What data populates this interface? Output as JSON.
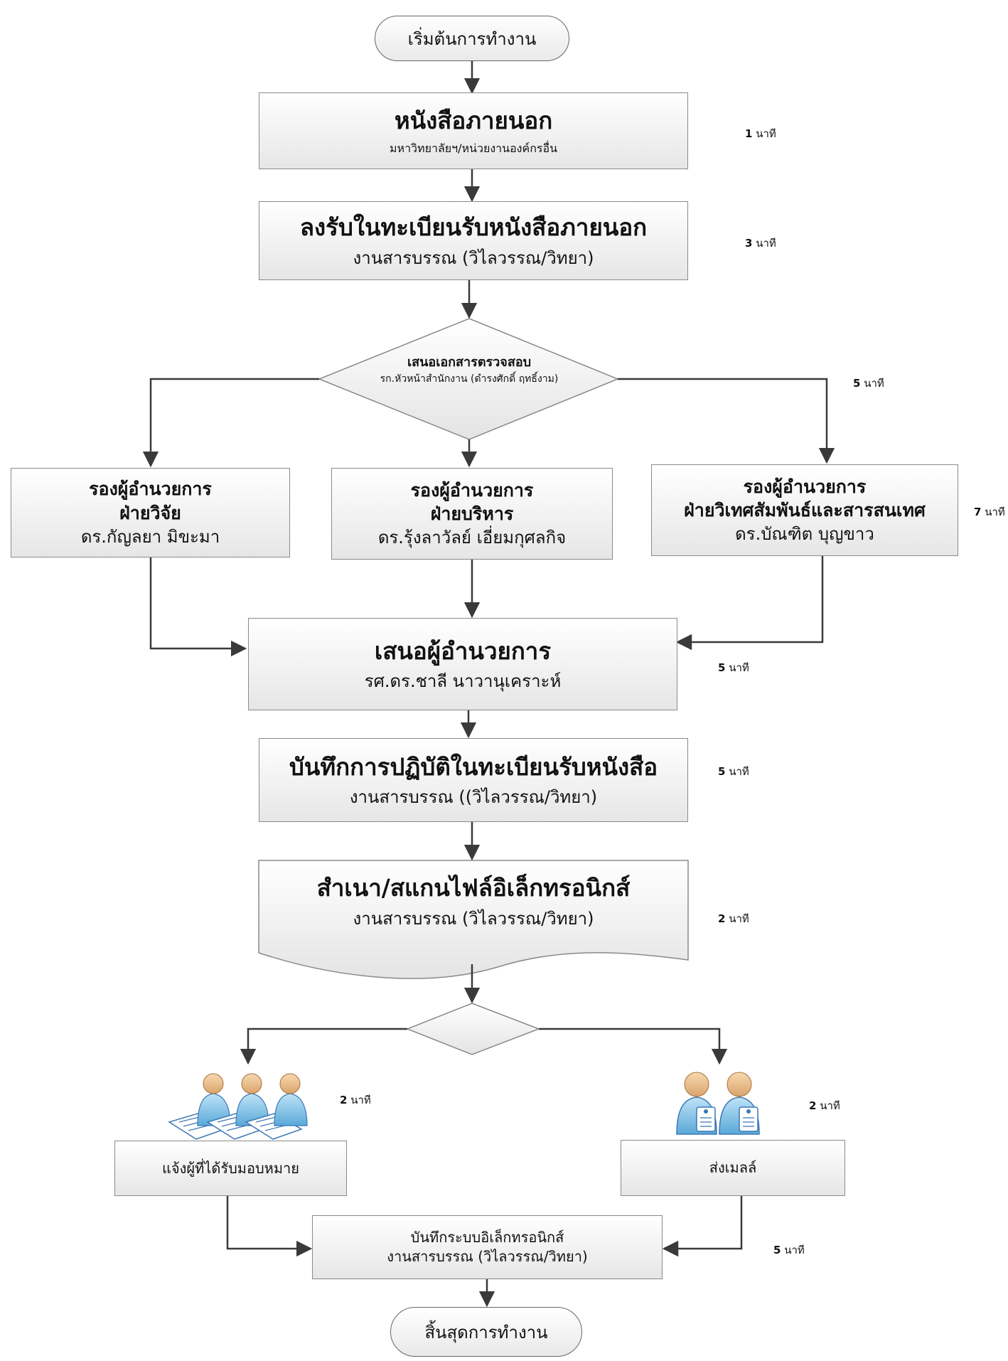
{
  "start": "เริ่มต้นการทำงาน",
  "end": "สิ้นสุดการทำงาน",
  "step1": {
    "title": "หนังสือภายนอก",
    "subtitle": "มหาวิทยาลัยฯ/หน่วยงานองค์กรอื่น",
    "time_value": "1",
    "time_unit": "นาที"
  },
  "step2": {
    "title": "ลงรับในทะเบียนรับหนังสือภายนอก",
    "subtitle": "งานสารบรรณ (วิไลวรรณ/วิทยา)",
    "time_value": "3",
    "time_unit": "นาที"
  },
  "decision1": {
    "title": "เสนอเอกสารตรวจสอบ",
    "subtitle": "รก.หัวหน้าสำนักงาน (ดำรงศักดิ์ ฤทธิ์งาม)",
    "time_value": "5",
    "time_unit": "นาที"
  },
  "branch_left": {
    "line1": "รองผู้อำนวยการ",
    "line2": "ฝ่ายวิจัย",
    "line3": "ดร.กัญลยา มิขะมา"
  },
  "branch_center": {
    "line1": "รองผู้อำนวยการ",
    "line2": "ฝ่ายบริหาร",
    "line3": "ดร.รุ้งลาวัลย์ เอี่ยมกุศลกิจ"
  },
  "branch_right": {
    "line1": "รองผู้อำนวยการ",
    "line2": "ฝ่ายวิเทศสัมพันธ์และสารสนเทศ",
    "line3": "ดร.บัณฑิต บุญขาว",
    "time_value": "7",
    "time_unit": "นาที"
  },
  "step3": {
    "title": "เสนอผู้อำนวยการ",
    "subtitle": "รศ.ดร.ชาลี นาวานุเคราะห์",
    "time_value": "5",
    "time_unit": "นาที"
  },
  "step4": {
    "title": "บันทึกการปฏิบัติในทะเบียนรับหนังสือ",
    "subtitle": "งานสารบรรณ ((วิไลวรรณ/วิทยา)",
    "time_value": "5",
    "time_unit": "นาที"
  },
  "step5": {
    "title": "สำเนา/สแกนไฟล์อิเล็กทรอนิกส์",
    "subtitle": "งานสารบรรณ (วิไลวรรณ/วิทยา)",
    "time_value": "2",
    "time_unit": "นาที"
  },
  "notify": {
    "label": "แจ้งผู้ที่ได้รับมอบหมาย",
    "time_value": "2",
    "time_unit": "นาที"
  },
  "mail": {
    "label": "ส่งเมลล์",
    "time_value": "2",
    "time_unit": "นาที"
  },
  "record": {
    "line1": "บันทึกระบบอิเล็กทรอนิกส์",
    "line2": "งานสารบรรณ (วิไลวรรณ/วิทยา)",
    "time_value": "5",
    "time_unit": "นาที"
  },
  "icons": {
    "people_icon": "people-with-documents-icon",
    "mail_icon": "people-with-tags-icon"
  }
}
